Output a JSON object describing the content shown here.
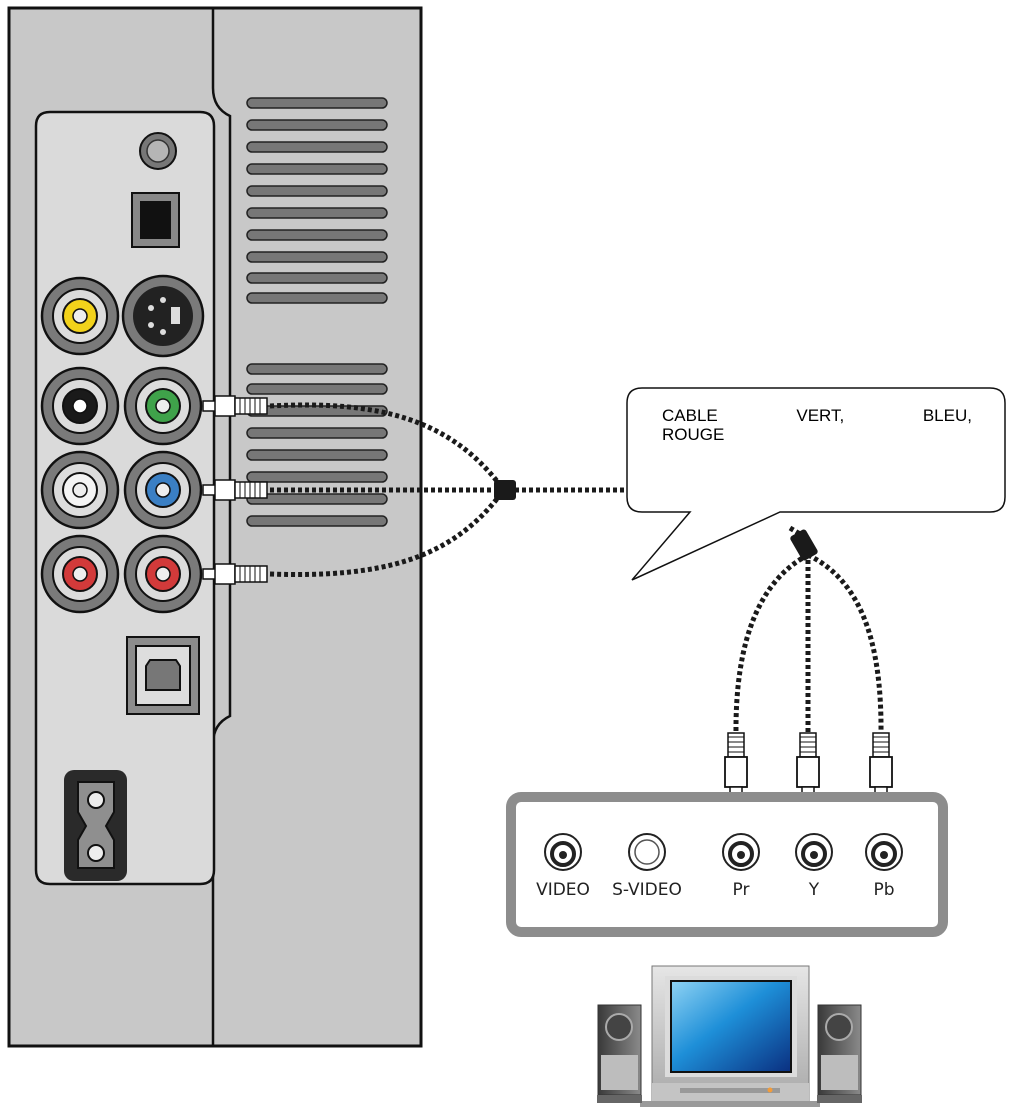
{
  "callout": {
    "word1": "CABLE",
    "word2": "VERT,",
    "word3": "BLEU,",
    "word4": "ROUGE"
  },
  "tv_panel": {
    "jacks": [
      {
        "label": "VIDEO"
      },
      {
        "label": "S-VIDEO"
      },
      {
        "label": "Pr"
      },
      {
        "label": "Y"
      },
      {
        "label": "Pb"
      }
    ]
  },
  "colors": {
    "device_body": "#c8c8c8",
    "inner_panel": "#dadada",
    "jack_ring": "#8c8c8c",
    "video_yellow": "#f2d21b",
    "green": "#3fa24a",
    "blue": "#3a7fc4",
    "red": "#d23a3a",
    "white": "#f4f4f4",
    "black_jack": "#1a1a1a",
    "cable": "#1a1a1a",
    "tv_screen": "#1a73c8"
  },
  "icons": [
    "player-rear-panel",
    "composite-video-jack",
    "s-video-jack",
    "component-jack",
    "usb-port",
    "optical-port",
    "power-socket",
    "rca-plug",
    "tv-icon",
    "speaker-icon"
  ]
}
